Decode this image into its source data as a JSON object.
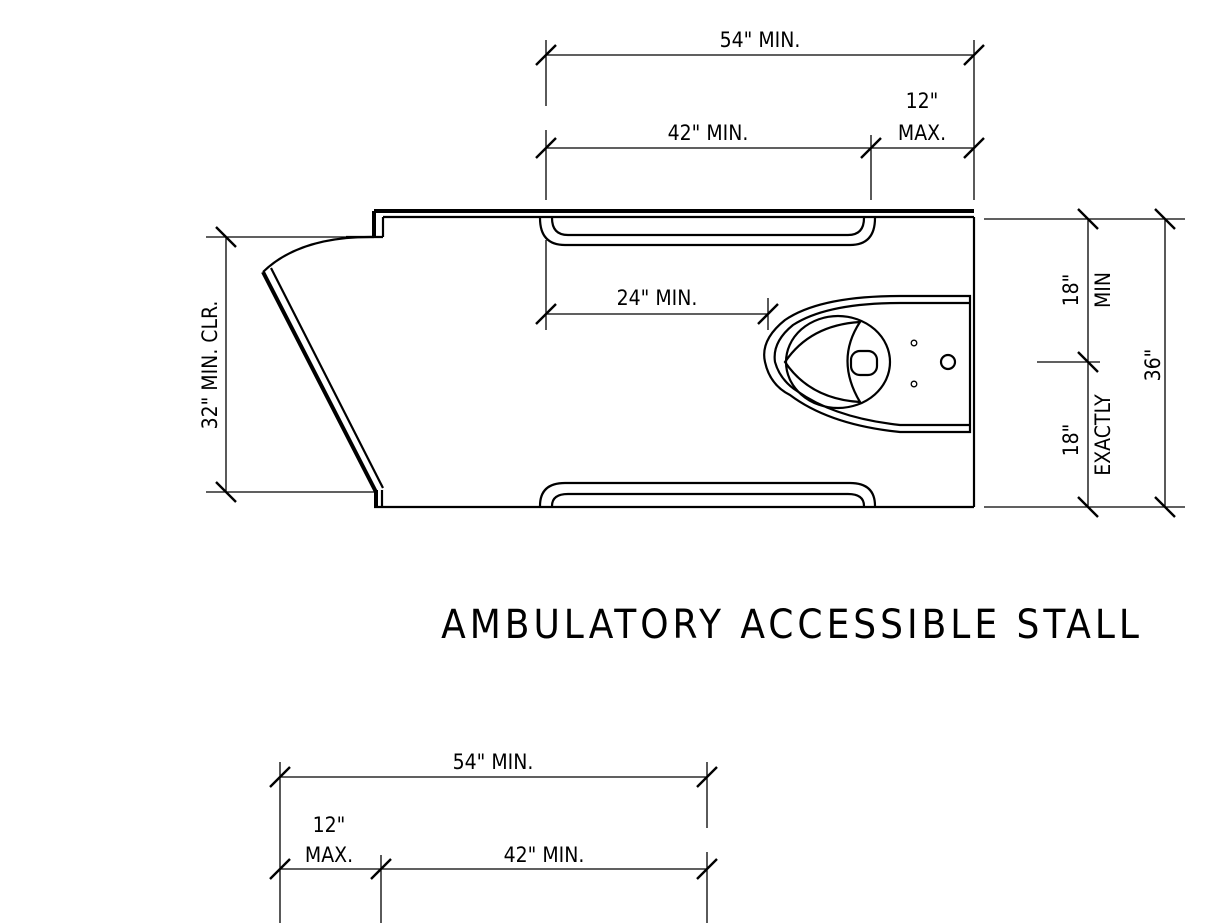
{
  "title": "AMBULATORY ACCESSIBLE STALL",
  "top_plan": {
    "dim_overall_width": "54\" MIN.",
    "dim_grab_bar_length": "42\" MIN.",
    "dim_bar_offset_line1": "12\"",
    "dim_bar_offset_line2": "MAX.",
    "dim_clearance_to_toilet": "24\" MIN.",
    "dim_door_clear": "32\" MIN. CLR.",
    "dim_stall_width": "36\"",
    "dim_centerline_top_value": "18\"",
    "dim_centerline_top_note": "MIN",
    "dim_centerline_bottom_value": "18\"",
    "dim_centerline_bottom_note": "EXACTLY"
  },
  "bottom_plan": {
    "dim_overall_width": "54\" MIN.",
    "dim_bar_offset_line1": "12\"",
    "dim_bar_offset_line2": "MAX.",
    "dim_grab_bar_length": "42\" MIN."
  }
}
